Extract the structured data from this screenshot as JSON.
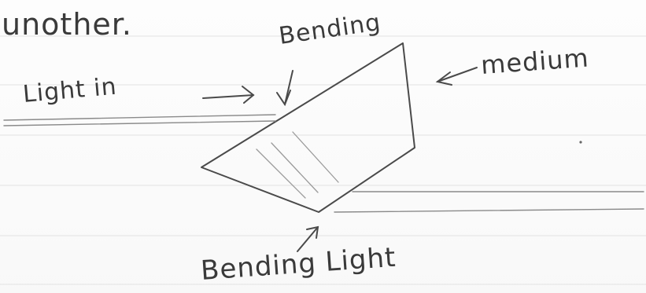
{
  "labels": {
    "top_word": "unother.",
    "bending_top": "Bending",
    "medium": "medium",
    "light_in": "Light in",
    "bending_light": "Bending Light"
  },
  "colors": {
    "pencil": "#4a4a4a",
    "rule_line": "#d9d9d9",
    "light_lines": "#8a8a8a"
  },
  "icons": {
    "arrow_light_in": "right-arrow",
    "arrow_bending_top": "down-arrow",
    "arrow_medium": "left-arrow",
    "arrow_bending_light": "up-arrow"
  }
}
